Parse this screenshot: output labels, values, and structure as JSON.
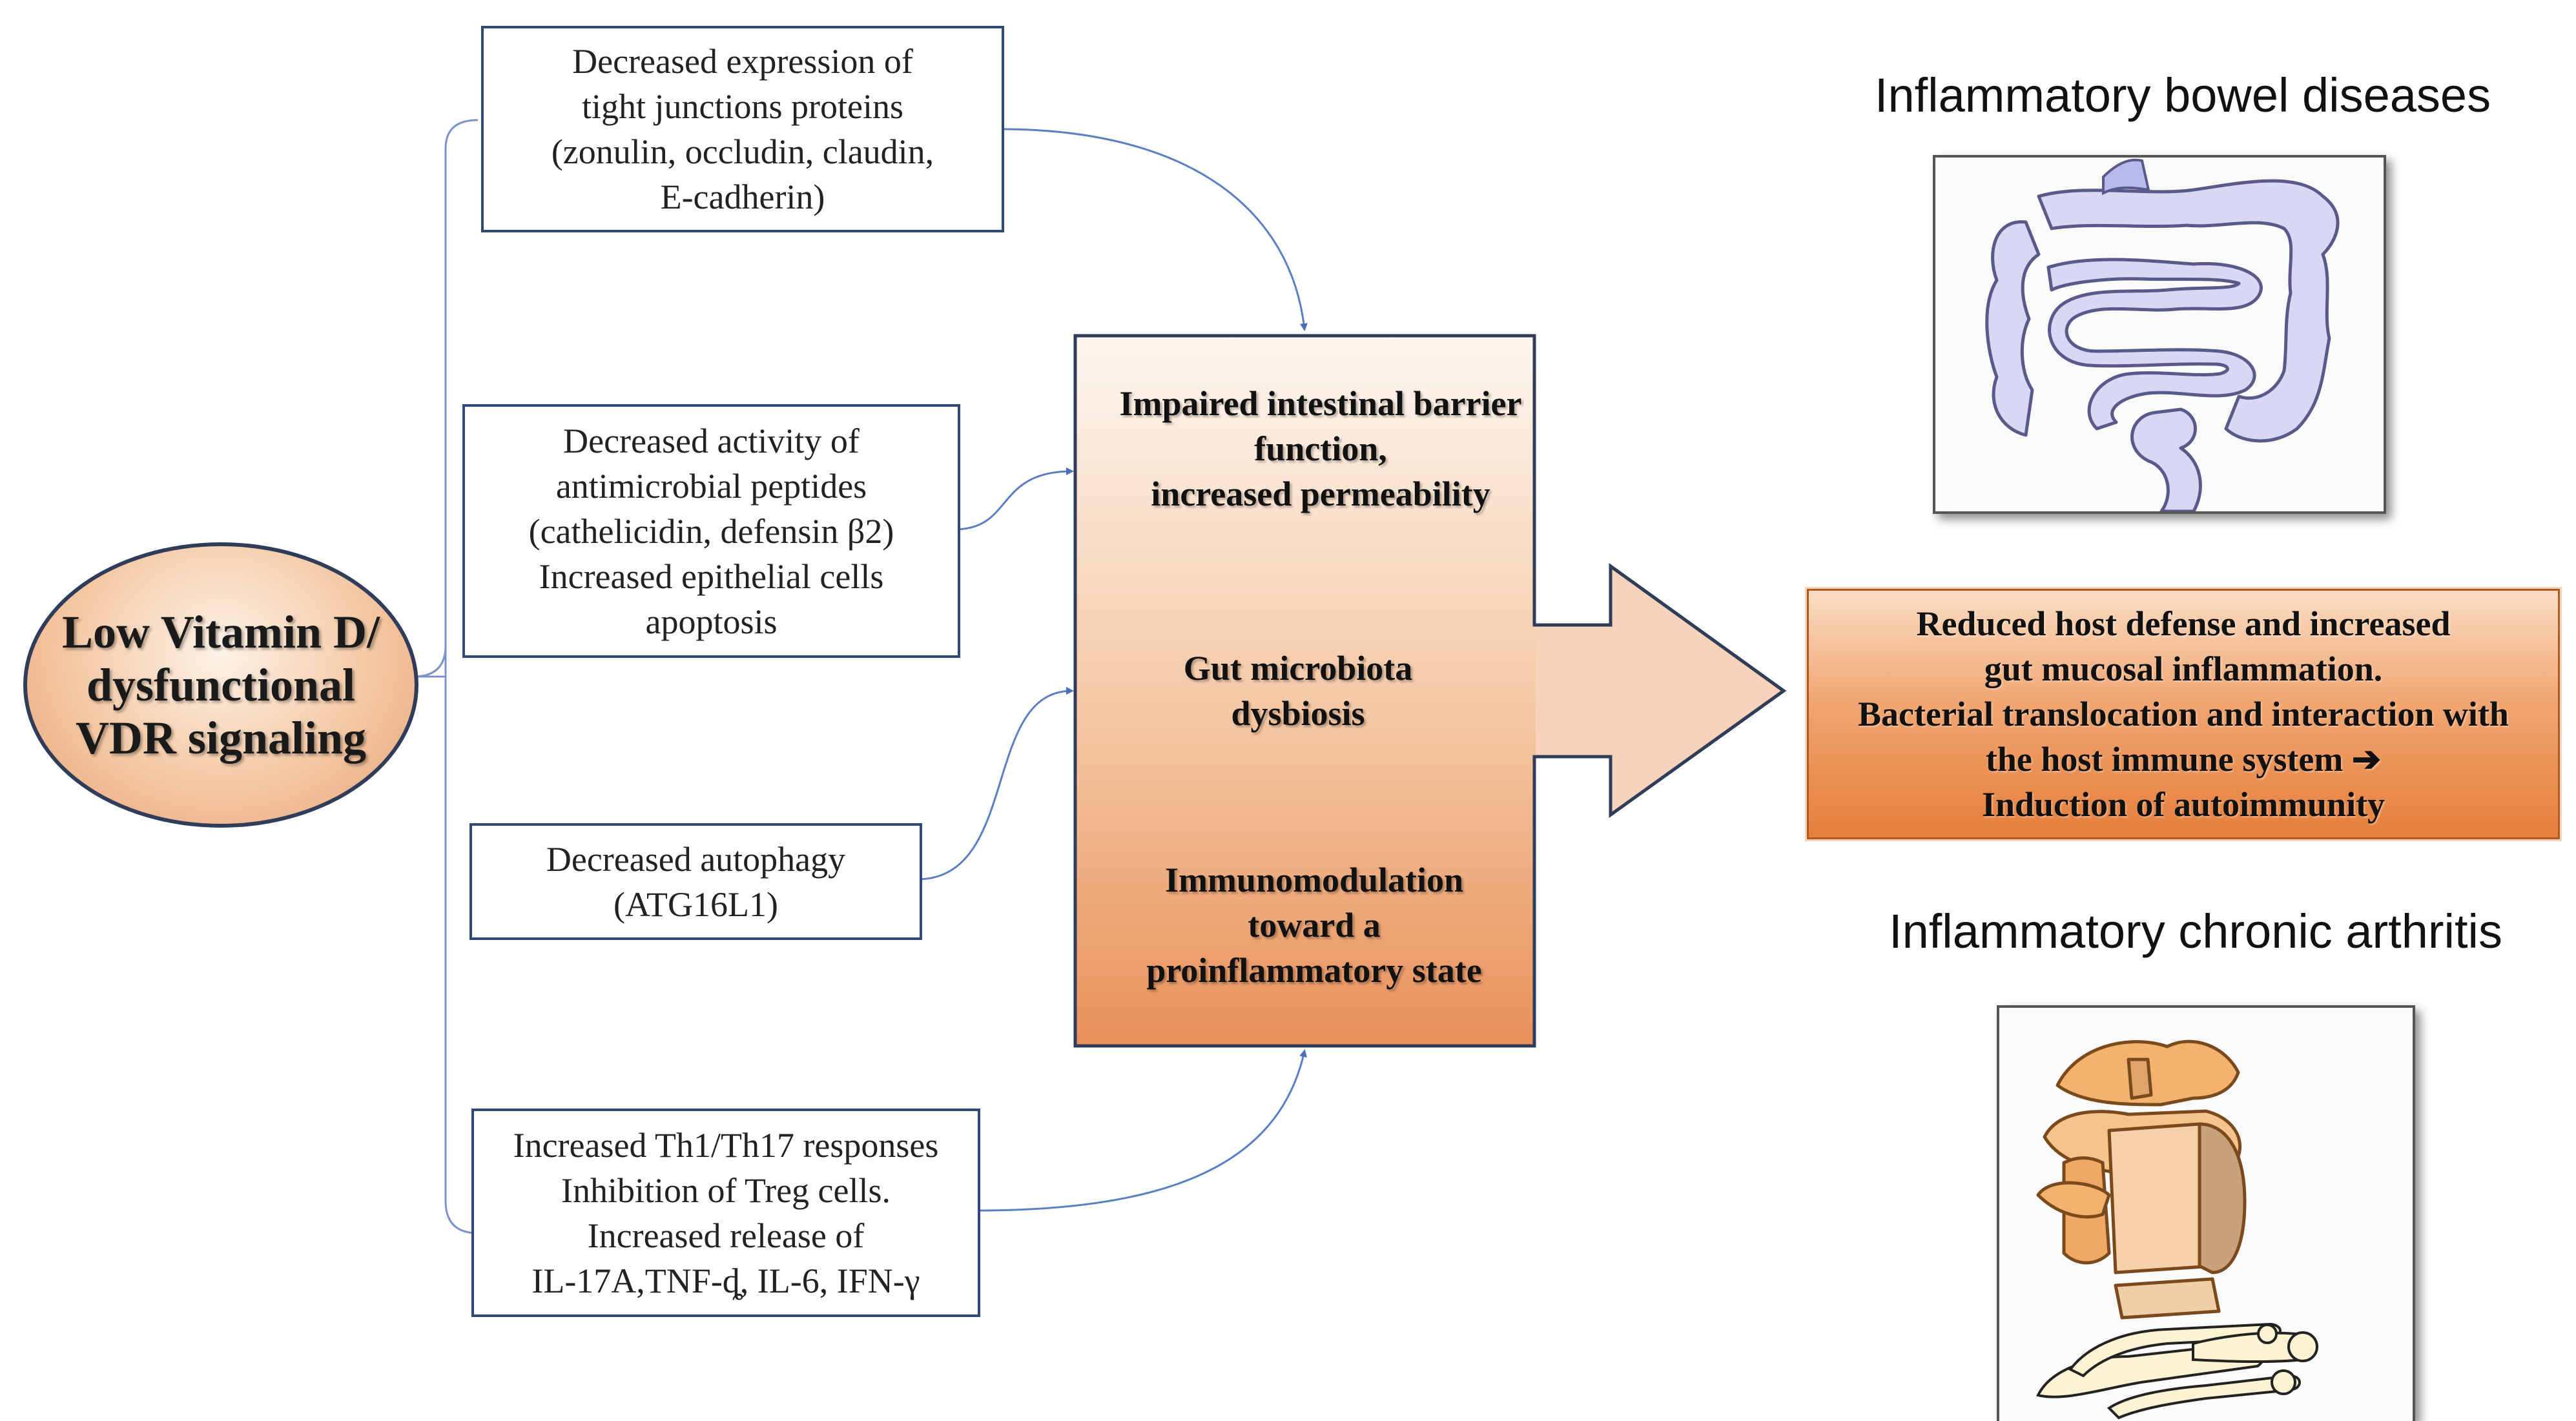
{
  "root": {
    "lines": [
      "Low Vitamin D/",
      "dysfunctional",
      "VDR signaling"
    ]
  },
  "causes": [
    {
      "lines": [
        "Decreased expression of",
        "tight junctions proteins",
        "(zonulin, occludin, claudin,",
        "E-cadherin)"
      ]
    },
    {
      "lines": [
        "Decreased activity of",
        "antimicrobial peptides",
        "(cathelicidin, defensin β2)",
        "Increased epithelial cells",
        "apoptosis"
      ]
    },
    {
      "lines": [
        "Decreased autophagy",
        "(ATG16L1)"
      ]
    },
    {
      "lines": [
        "Increased Th1/Th17 responses",
        "Inhibition of Treg cells.",
        "Increased release of",
        "IL-17A,TNF-ȡ, IL-6, IFN-γ"
      ]
    }
  ],
  "center": {
    "items": [
      {
        "lines": [
          "Impaired intestinal barrier",
          "function,",
          "increased permeability"
        ]
      },
      {
        "lines": [
          "Gut microbiota",
          "dysbiosis"
        ]
      },
      {
        "lines": [
          "Immunomodulation",
          "toward a",
          "proinflammatory state"
        ]
      }
    ]
  },
  "outcome": {
    "lines": [
      "Reduced host defense and increased",
      "gut mucosal inflammation.",
      "Bacterial translocation and interaction with",
      "the host immune system ➔",
      "Induction of autoimmunity"
    ]
  },
  "diseases": [
    {
      "title": "Inflammatory bowel diseases",
      "icon": "colon-illustration"
    },
    {
      "title": "Inflammatory chronic arthritis",
      "icon": "spine-hand-illustration"
    }
  ],
  "colors": {
    "box_border": "#2f4a7a",
    "connector": "#5b7fc4",
    "center_gradient_top": "#fdf6ef",
    "center_gradient_bottom": "#e8915a",
    "outcome_fill": "#e98a4a",
    "oval_fill": "#f1b891",
    "colon_fill": "#d6d6f4"
  }
}
